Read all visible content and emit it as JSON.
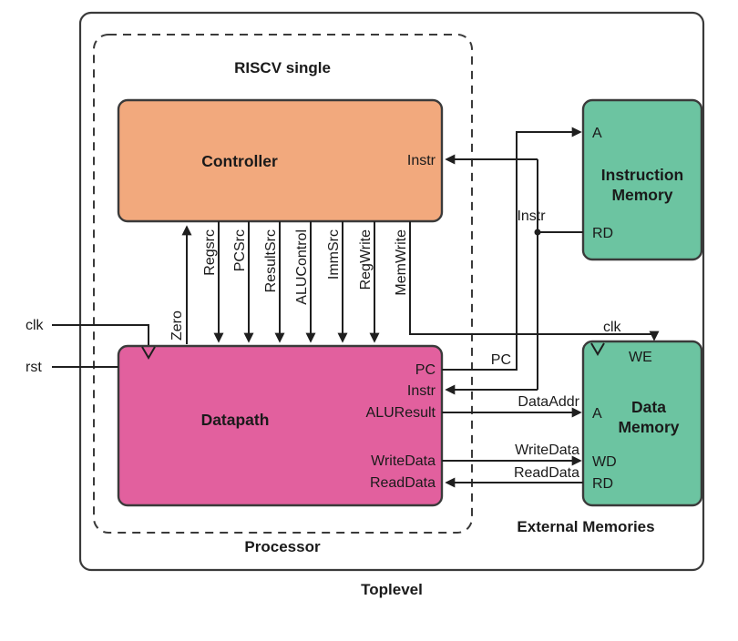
{
  "diagram": {
    "toplevel_label": "Toplevel",
    "processor_label": "Processor",
    "riscv_title": "RISCV single",
    "external_memories_label": "External Memories"
  },
  "controller": {
    "title": "Controller",
    "port_instr": "Instr"
  },
  "datapath": {
    "title": "Datapath",
    "port_pc": "PC",
    "port_instr": "Instr",
    "port_aluresult": "ALUResult",
    "port_writedata": "WriteData",
    "port_readdata": "ReadData"
  },
  "instruction_memory": {
    "title_line1": "Instruction",
    "title_line2": "Memory",
    "port_a": "A",
    "port_rd": "RD"
  },
  "data_memory": {
    "title_line1": "Data",
    "title_line2": "Memory",
    "clk_label": "clk",
    "port_we": "WE",
    "port_a": "A",
    "port_wd": "WD",
    "port_rd": "RD"
  },
  "control_signals": {
    "zero": "Zero",
    "regsrc": "Regsrc",
    "pcsrc": "PCSrc",
    "resultsrc": "ResultSrc",
    "alucontrol": "ALUControl",
    "immsrc": "ImmSrc",
    "regwrite": "RegWrite",
    "memwrite": "MemWrite"
  },
  "wires": {
    "pc": "PC",
    "instr": "Instr",
    "dataaddr": "DataAddr",
    "writedata": "WriteData",
    "readdata": "ReadData"
  },
  "inputs": {
    "clk": "clk",
    "rst": "rst"
  },
  "colors": {
    "controller": "#F2A97D",
    "datapath": "#E2609E",
    "memory": "#6CC4A1",
    "outline": "#3A3A3A",
    "wire": "#1F1F1F",
    "background": "#FFFFFF"
  }
}
